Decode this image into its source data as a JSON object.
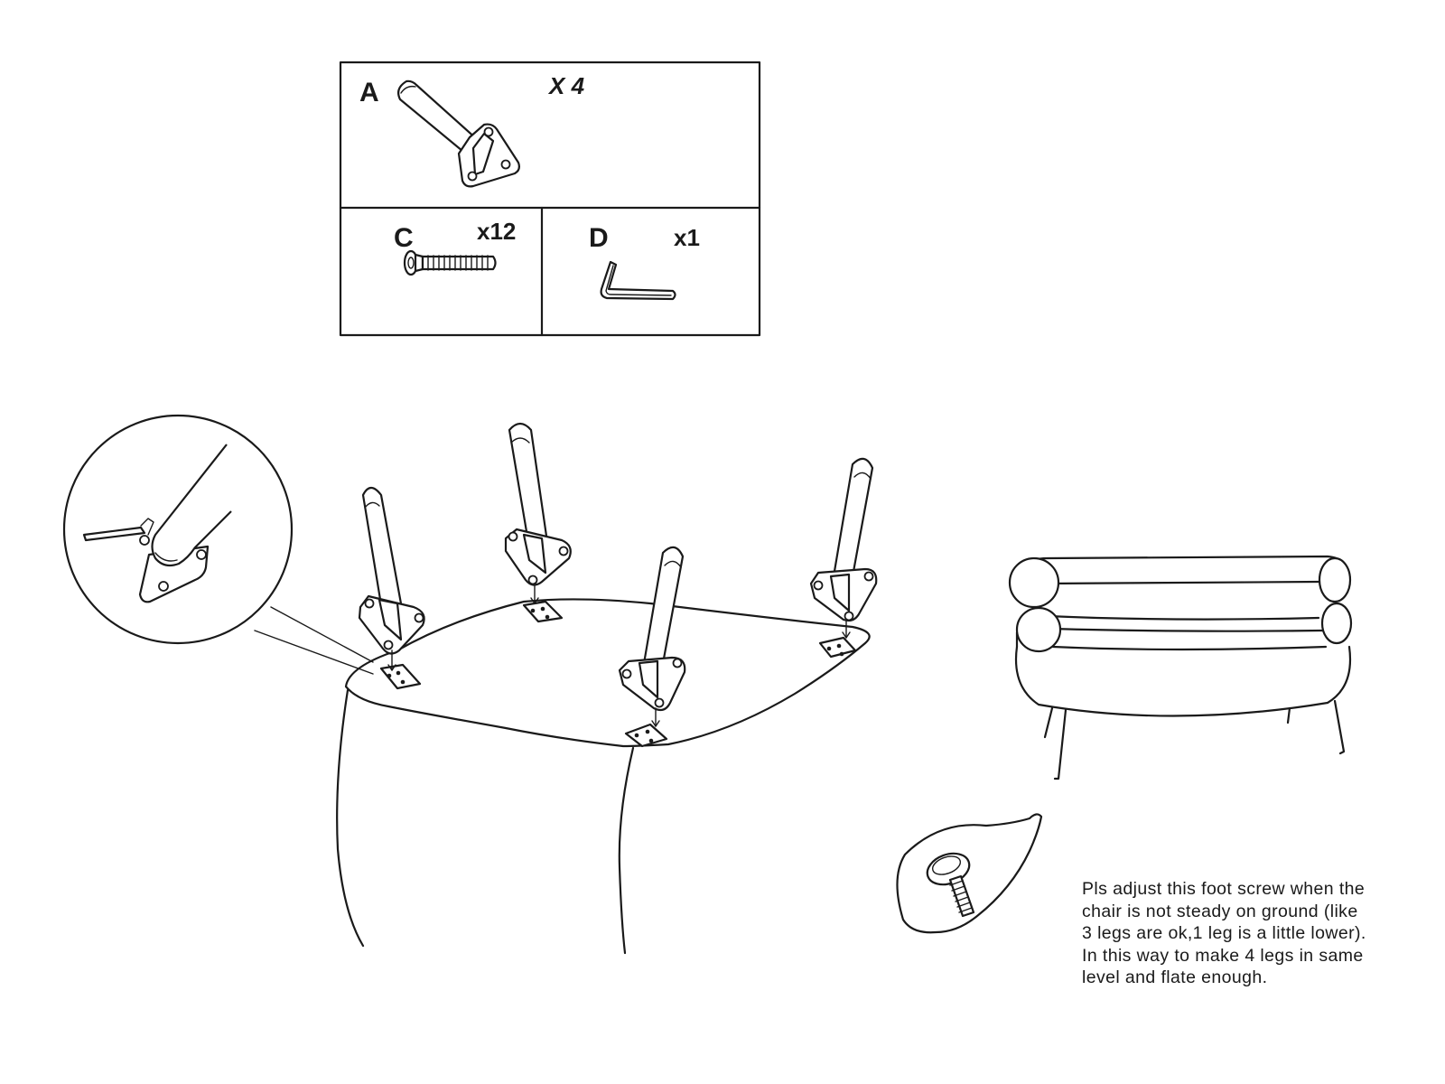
{
  "parts": {
    "a": {
      "letter": "A",
      "quantity": "X 4"
    },
    "c": {
      "letter": "C",
      "quantity": "x12"
    },
    "d": {
      "letter": "D",
      "quantity": "x1"
    }
  },
  "note": {
    "lines": [
      "Pls adjust this foot screw when the",
      "chair is not steady on ground (like",
      "3 legs are ok,1 leg is a little lower).",
      "In this way to make 4 legs in same",
      "level and flate enough."
    ]
  }
}
